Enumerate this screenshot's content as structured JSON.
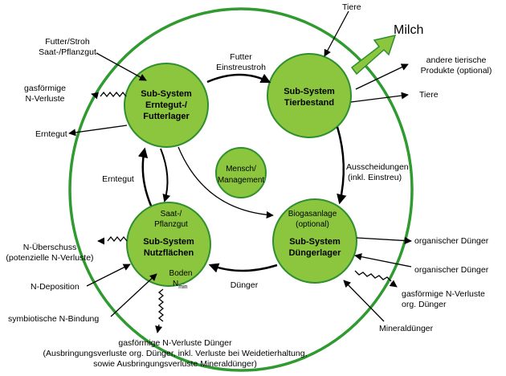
{
  "colors": {
    "node_fill": "#8cc63f",
    "node_stroke": "#2f8f2f",
    "outer_ring": "#2f9a2f",
    "arrow": "#000000",
    "milch_arrow": "#8cc63f"
  },
  "nodes": {
    "erntegut": {
      "line1": "Sub-System",
      "line2": "Erntegut-/",
      "line3": "Futterlager"
    },
    "tierbestand": {
      "line1": "Sub-System",
      "line2": "Tierbestand"
    },
    "mensch": {
      "line1": "Mensch/",
      "line2": "Management"
    },
    "nutzflaechen": {
      "top1": "Saat-/",
      "top2": "Pflanzgut",
      "line1": "Sub-System",
      "line2": "Nutzflächen",
      "boden": "Boden",
      "nmin_n": "N",
      "nmin_sub": "min"
    },
    "duenger": {
      "top1": "Biogasanlage",
      "top2": "(optional)",
      "line1": "Sub-System",
      "line2": "Düngerlager"
    }
  },
  "labels": {
    "futter_stroh": "Futter/Stroh",
    "saat_pflanzgut": "Saat-/Pflanzgut",
    "gasfoermig_1": "gasförmige",
    "gasfoermig_2": "N-Verluste",
    "erntegut_out": "Erntegut",
    "futter": "Futter",
    "einstreustroh": "Einstreustroh",
    "tiere_in": "Tiere",
    "milch": "Milch",
    "andere_1": "andere tierische",
    "andere_2": "Produkte (optional)",
    "tiere_out": "Tiere",
    "ausscheidungen_1": "Ausscheidungen",
    "ausscheidungen_2": "(inkl. Einstreu)",
    "erntegut_inner": "Erntegut",
    "duenger_flow": "Dünger",
    "n_ueberschuss_1": "N-Überschuss",
    "n_ueberschuss_2": "(potenzielle N-Verluste)",
    "n_deposition": "N-Deposition",
    "symbiotische": "symbiotische N-Bindung",
    "org_duenger_out": "organischer Dünger",
    "org_duenger_in": "organischer Dünger",
    "gas_org_1": "gasförmige N-Verluste",
    "gas_org_2": "org. Dünger",
    "mineralduenger": "Mineraldünger",
    "gas_bottom_1": "gasförmige N-Verluste Dünger",
    "gas_bottom_2": "(Ausbringungsverluste org. Dünger, inkl. Verluste bei Weidetierhaltung,",
    "gas_bottom_3": "sowie Ausbringungsverluste Mineraldünger)"
  }
}
